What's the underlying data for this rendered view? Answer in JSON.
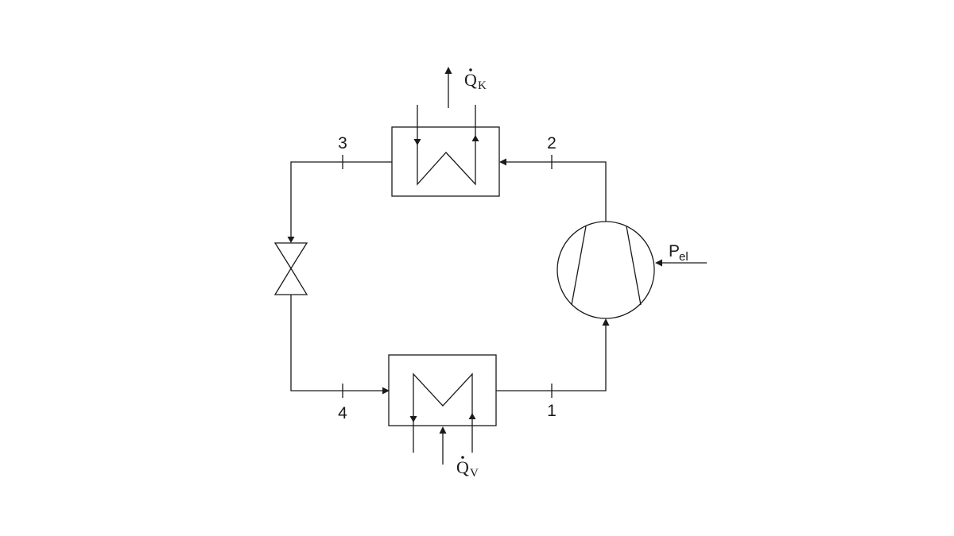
{
  "diagram": {
    "states": {
      "s1": "1",
      "s2": "2",
      "s3": "3",
      "s4": "4"
    },
    "condenser_heat": {
      "symbol": "Q",
      "subscript": "K"
    },
    "evaporator_heat": {
      "symbol": "Q",
      "subscript": "V"
    },
    "power_input": {
      "symbol": "P",
      "subscript": "el"
    }
  },
  "style": {
    "line_color": "#1a1a1a",
    "background": "#ffffff"
  }
}
